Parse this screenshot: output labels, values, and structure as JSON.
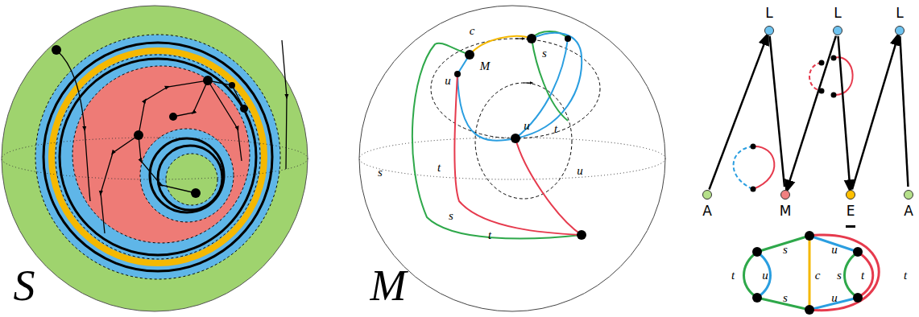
{
  "diagram": {
    "nodes": [
      {
        "text": [
          "L"
        ]
      },
      {
        "text": [
          "L"
        ]
      },
      {
        "text": [
          "L"
        ]
      },
      {
        "text": [
          "A"
        ]
      },
      {
        "text": [
          "M"
        ]
      },
      {
        "text": [
          "E"
        ]
      },
      {
        "text": [
          "A"
        ]
      }
    ],
    "edges": [
      {
        "from": 3,
        "to": 0,
        "arrow": "to"
      },
      {
        "from": 0,
        "to": 4,
        "arrow": "none"
      },
      {
        "from": 1,
        "to": 4,
        "arrow": "to"
      },
      {
        "from": 1,
        "to": 5,
        "arrow": "to"
      },
      {
        "from": 5,
        "to": 2,
        "arrow": "to"
      },
      {
        "from": 2,
        "to": 6,
        "arrow": "none"
      }
    ],
    "labels": [
      "S",
      "M",
      "c",
      "M",
      "s",
      "u",
      "s",
      "t",
      "s",
      "t",
      "u",
      "t",
      "u",
      "s",
      "u",
      "s",
      "t",
      "c",
      "u",
      "s",
      "u",
      "t",
      "t"
    ]
  }
}
